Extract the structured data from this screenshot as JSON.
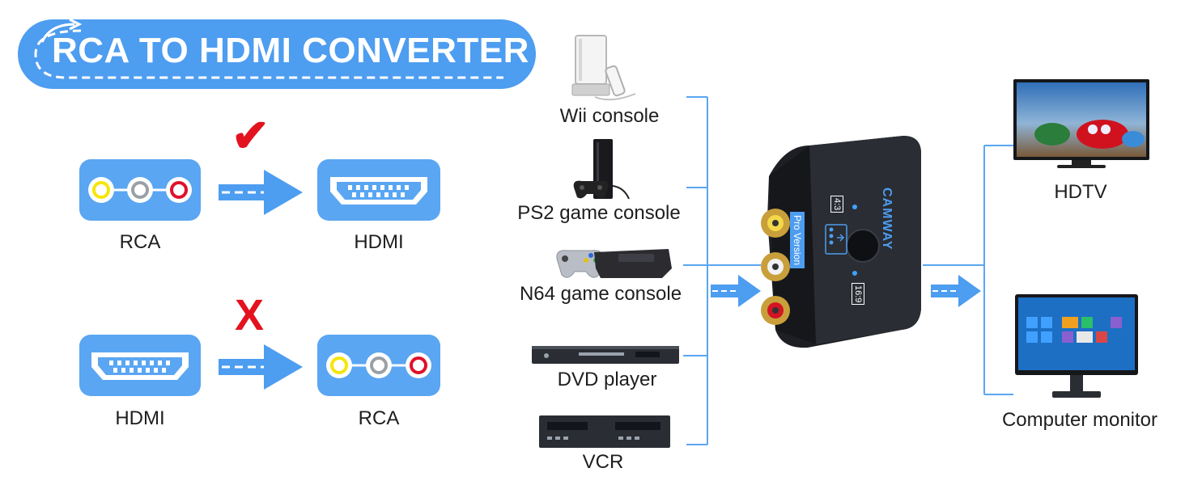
{
  "title": "RCA TO HDMI CONVERTER",
  "supported": {
    "from_label": "RCA",
    "to_label": "HDMI",
    "status_mark": "✔"
  },
  "unsupported": {
    "from_label": "HDMI",
    "to_label": "RCA",
    "status_mark": "X"
  },
  "sources": [
    {
      "label": "Wii console",
      "icon": "wii-console-icon"
    },
    {
      "label": "PS2 game console",
      "icon": "ps2-console-icon"
    },
    {
      "label": "N64 game console",
      "icon": "n64-console-icon"
    },
    {
      "label": "DVD player",
      "icon": "dvd-player-icon"
    },
    {
      "label": "VCR",
      "icon": "vcr-icon"
    }
  ],
  "device": {
    "brand": "CAMWAY",
    "edition": "Pro Version",
    "ratio_a": "4:3",
    "ratio_b": "16:9"
  },
  "outputs": [
    {
      "label": "HDTV",
      "icon": "hdtv-icon"
    },
    {
      "label": "Computer monitor",
      "icon": "computer-monitor-icon"
    }
  ],
  "colors": {
    "accent": "#4d9df0",
    "rca_yellow": "#f5e60a",
    "rca_white": "#9aa0a6",
    "rca_red": "#e0102a",
    "check": "#e3121f",
    "cross": "#e3121f"
  }
}
